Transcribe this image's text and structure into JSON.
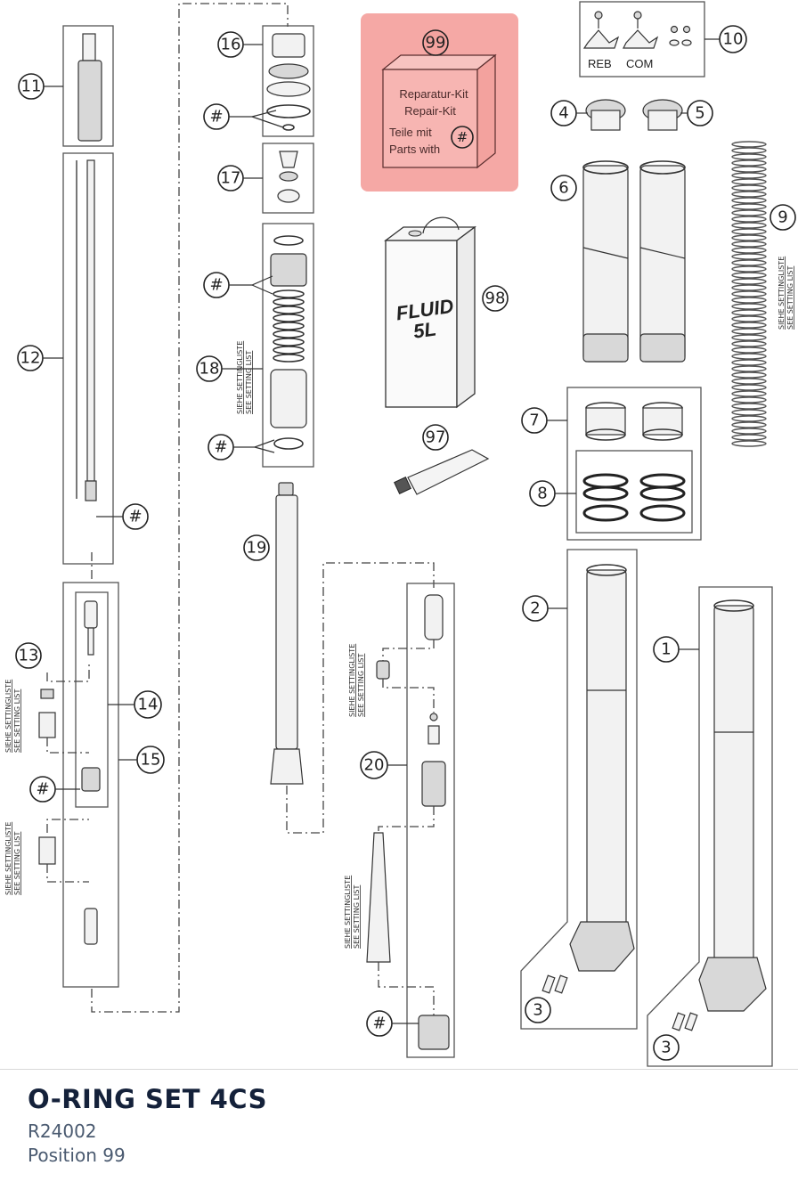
{
  "diagram": {
    "callouts": [
      "1",
      "2",
      "3",
      "4",
      "5",
      "6",
      "7",
      "8",
      "9",
      "10",
      "11",
      "12",
      "13",
      "14",
      "15",
      "16",
      "17",
      "18",
      "19",
      "20",
      "97",
      "98",
      "99"
    ],
    "hash_symbol": "#",
    "highlighted_callout": "99",
    "highlight_color": "#f4a3a0",
    "kit_label": {
      "line1": "Reparatur-Kit",
      "line2": "Repair-Kit",
      "line3": "Teile mit",
      "line4": "Parts with"
    },
    "fluid_label": {
      "line1": "FLUID",
      "line2": "5L"
    },
    "setting_list_label": {
      "line1": "SIEHE SETTINGLISTE",
      "line2": "SEE SETTING LIST"
    },
    "cartridge_labels": {
      "reb": "REB",
      "com": "COM"
    }
  },
  "footer": {
    "title": "O-RING SET 4CS",
    "part_number": "R24002",
    "position": "Position 99"
  }
}
